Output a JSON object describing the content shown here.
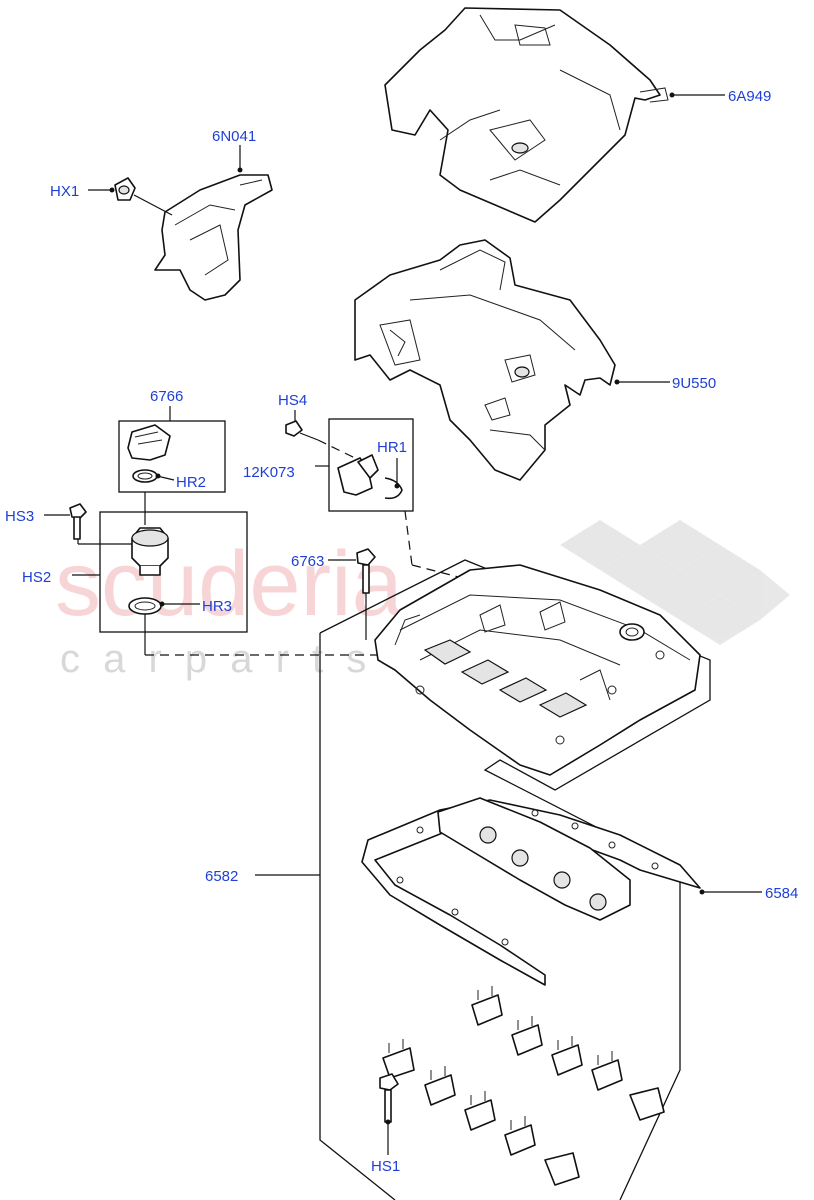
{
  "watermark": {
    "brand": "scuderia",
    "subtitle": "c a r p a r t s"
  },
  "callouts": [
    {
      "id": "6A949",
      "text": "6A949"
    },
    {
      "id": "6N041",
      "text": "6N041"
    },
    {
      "id": "HX1",
      "text": "HX1"
    },
    {
      "id": "9U550",
      "text": "9U550"
    },
    {
      "id": "6766",
      "text": "6766"
    },
    {
      "id": "HR2",
      "text": "HR2"
    },
    {
      "id": "HS4",
      "text": "HS4"
    },
    {
      "id": "HR1",
      "text": "HR1"
    },
    {
      "id": "12K073",
      "text": "12K073"
    },
    {
      "id": "HS3",
      "text": "HS3"
    },
    {
      "id": "HS2",
      "text": "HS2"
    },
    {
      "id": "6763",
      "text": "6763"
    },
    {
      "id": "HR3",
      "text": "HR3"
    },
    {
      "id": "6582",
      "text": "6582"
    },
    {
      "id": "6584",
      "text": "6584"
    },
    {
      "id": "HS1",
      "text": "HS1"
    }
  ],
  "colors": {
    "callout_text": "#1f3fd6",
    "line": "#111111",
    "watermark_red": "#f2b3b7",
    "watermark_grey": "#cfcfcf"
  }
}
